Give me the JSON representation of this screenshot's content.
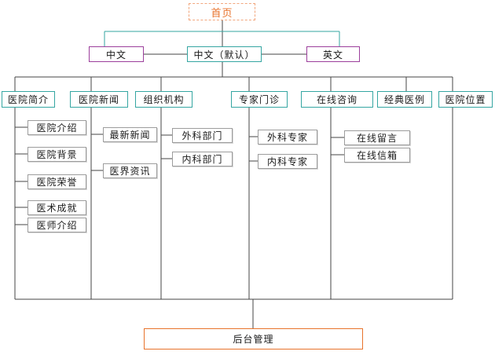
{
  "diagram": {
    "title_semantic": "hospital-website-sitemap",
    "root": {
      "label": "首页"
    },
    "level2": [
      {
        "label": "中文"
      },
      {
        "label": "中文（默认）"
      },
      {
        "label": "英文"
      }
    ],
    "columns": [
      {
        "label": "医院简介",
        "children": [
          "医院介绍",
          "医院背景",
          "医院荣誉",
          "医术成就",
          "医师介绍"
        ]
      },
      {
        "label": "医院新闻",
        "children": [
          "最新新闻",
          "医界资讯"
        ]
      },
      {
        "label": "组织机构",
        "children": [
          "外科部门",
          "内科部门"
        ]
      },
      {
        "label": "专家门诊",
        "children": [
          "外科专家",
          "内科专家"
        ]
      },
      {
        "label": "在线咨询",
        "children": [
          "在线留言",
          "在线信箱"
        ]
      },
      {
        "label": "经典医例",
        "children": []
      },
      {
        "label": "医院位置",
        "children": []
      }
    ],
    "footer": {
      "label": "后台管理"
    },
    "colors": {
      "teal": "#35a6a2",
      "purple": "#9c3f9c",
      "orange": "#e8732c",
      "orange_light": "#f2a77e",
      "line": "#454545"
    }
  }
}
